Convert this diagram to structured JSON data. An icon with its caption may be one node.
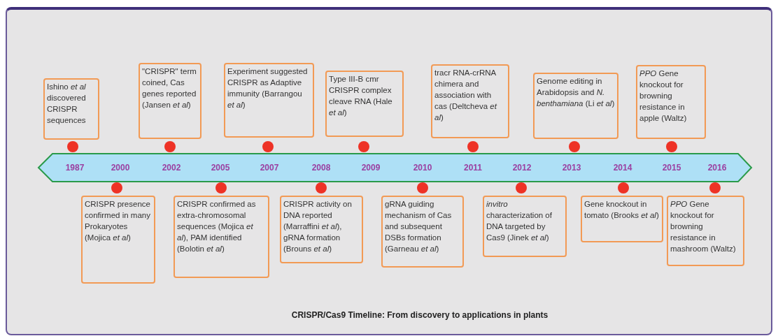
{
  "diagram": {
    "caption": "CRISPR/Cas9 Timeline: From discovery to applications in plants",
    "nodes": [
      {
        "text": [
          "Ishino *et al* discovered CRISPR sequences"
        ]
      },
      {
        "text": [
          "CRISPR presence confirmed in many Prokaryotes (Mojica *et al*)"
        ]
      },
      {
        "text": [
          "\"CRISPR\" term coined, Cas genes reported (Jansen *et al*)"
        ]
      },
      {
        "text": [
          "CRISPR confirmed as extra-chromosomal sequences (Mojica *et al*), PAM identified (Bolotin *et al*)"
        ]
      },
      {
        "text": [
          "Experiment suggested CRISPR as Adaptive immunity (Barrangou *et al*)"
        ]
      },
      {
        "text": [
          "CRISPR activity on DNA reported (Marraffini *et al*), gRNA formation (Brouns *et al*)"
        ]
      },
      {
        "text": [
          "Type III-B cmr CRISPR complex cleave RNA (Hale *et al*)"
        ]
      },
      {
        "text": [
          "gRNA guiding mechanism of Cas and subsequent DSBs formation (Garneau *et al*)"
        ]
      },
      {
        "text": [
          "tracr RNA-crRNA chimera and association with cas (Deltcheva *et al*)"
        ]
      },
      {
        "text": [
          "*invitro* characterization of DNA targeted by Cas9 (Jinek *et al*)"
        ]
      },
      {
        "text": [
          "Genome editing in Arabidopsis and *N. benthamiana* (Li *et al*)"
        ]
      },
      {
        "text": [
          "Gene knockout in tomato (Brooks *et al*)"
        ]
      },
      {
        "text": [
          "*PPO* Gene knockout for browning resistance in apple (Waltz)"
        ]
      },
      {
        "text": [
          "*PPO* Gene knockout for browning resistance in mashroom (Waltz)"
        ]
      }
    ],
    "labels": [
      "1987",
      "2000",
      "2002",
      "2005",
      "2007",
      "2008",
      "2009",
      "2010",
      "2011",
      "2012",
      "2013",
      "2014",
      "2015",
      "2016"
    ]
  }
}
